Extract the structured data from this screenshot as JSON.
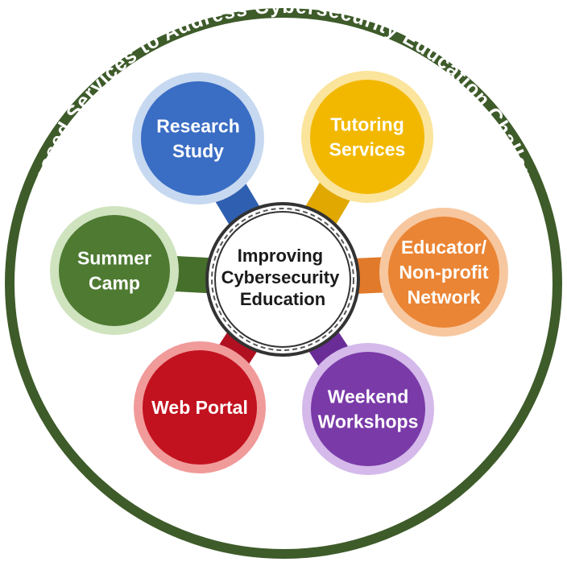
{
  "ring": {
    "title": "Proposed Services to Address Cybersecurity Education Challenges",
    "color": "#3e5b2a"
  },
  "center": {
    "lines": [
      "Improving",
      "Cybersecurity",
      "Education"
    ],
    "text_color": "#1a1a1a"
  },
  "services": [
    {
      "lines": [
        "Research",
        "Study"
      ],
      "fill": "#3a6dc4",
      "rim": "#c7d9f0",
      "connector": "#2f5fb0"
    },
    {
      "lines": [
        "Tutoring",
        "Services"
      ],
      "fill": "#f2b800",
      "rim": "#fbe49b",
      "connector": "#e0a800"
    },
    {
      "lines": [
        "Educator/",
        "Non-profit",
        "Network"
      ],
      "fill": "#ea8535",
      "rim": "#f7c79f",
      "connector": "#e27a2b"
    },
    {
      "lines": [
        "Weekend",
        "Workshops"
      ],
      "fill": "#7a3aa8",
      "rim": "#d4b9ea",
      "connector": "#6a2d98"
    },
    {
      "lines": [
        "Web Portal"
      ],
      "fill": "#c2121f",
      "rim": "#f19a9a",
      "connector": "#b01020"
    },
    {
      "lines": [
        "Summer",
        "Camp"
      ],
      "fill": "#4e7a32",
      "rim": "#cfe3bf",
      "connector": "#456f2b"
    }
  ]
}
